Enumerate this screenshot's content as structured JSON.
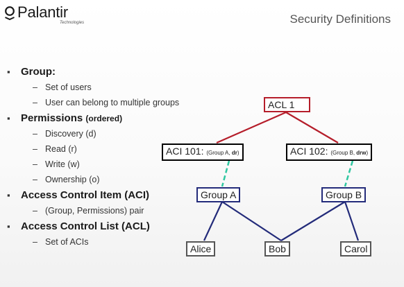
{
  "header": {
    "brand": "Palantir",
    "tagline": "Technologies",
    "title": "Security Definitions"
  },
  "bullets": [
    {
      "label": "Group:",
      "note": "",
      "children": [
        "Set of users",
        "User can belong to multiple groups"
      ]
    },
    {
      "label": "Permissions",
      "note": "(ordered)",
      "children": [
        "Discovery (d)",
        "Read (r)",
        "Write (w)",
        "Ownership (o)"
      ]
    },
    {
      "label": "Access Control Item (ACI)",
      "note": "",
      "children": [
        "(Group, Permissions) pair"
      ]
    },
    {
      "label": "Access Control List (ACL)",
      "note": "",
      "children": [
        "Set of ACIs"
      ]
    }
  ],
  "diagram": {
    "acl": "ACL  1",
    "aci1": {
      "label": "ACI 101:",
      "detail_prefix": "(Group A, ",
      "perms": "dr",
      "detail_suffix": ")"
    },
    "aci2": {
      "label": "ACI 102:",
      "detail_prefix": "(Group B, ",
      "perms": "drw",
      "detail_suffix": ")"
    },
    "group_a": "Group A",
    "group_b": "Group B",
    "users": [
      "Alice",
      "Bob",
      "Carol"
    ],
    "colors": {
      "acl": "#b51d2a",
      "group": "#232b7a",
      "link": "#2fc7a1",
      "user": "#555555"
    }
  }
}
